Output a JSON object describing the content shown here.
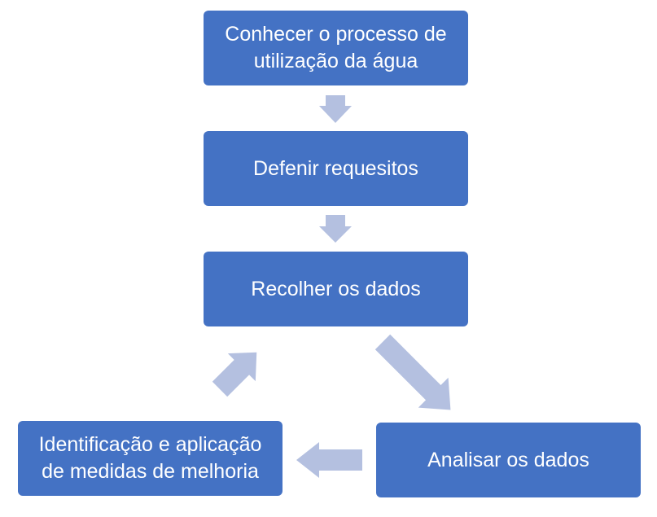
{
  "diagram": {
    "colors": {
      "box_fill": "#4472c4",
      "box_text": "#ffffff",
      "arrow_fill": "#b4c0e0",
      "background": "#ffffff"
    },
    "steps": [
      {
        "label_line1": "Conhecer  o processo de",
        "label_line2": "utilização da água"
      },
      {
        "label": "Defenir requesitos"
      },
      {
        "label": "Recolher os dados"
      },
      {
        "label": "Analisar os dados"
      },
      {
        "label_line1": "Identificação e aplicação",
        "label_line2": "de medidas de melhoria"
      }
    ]
  }
}
